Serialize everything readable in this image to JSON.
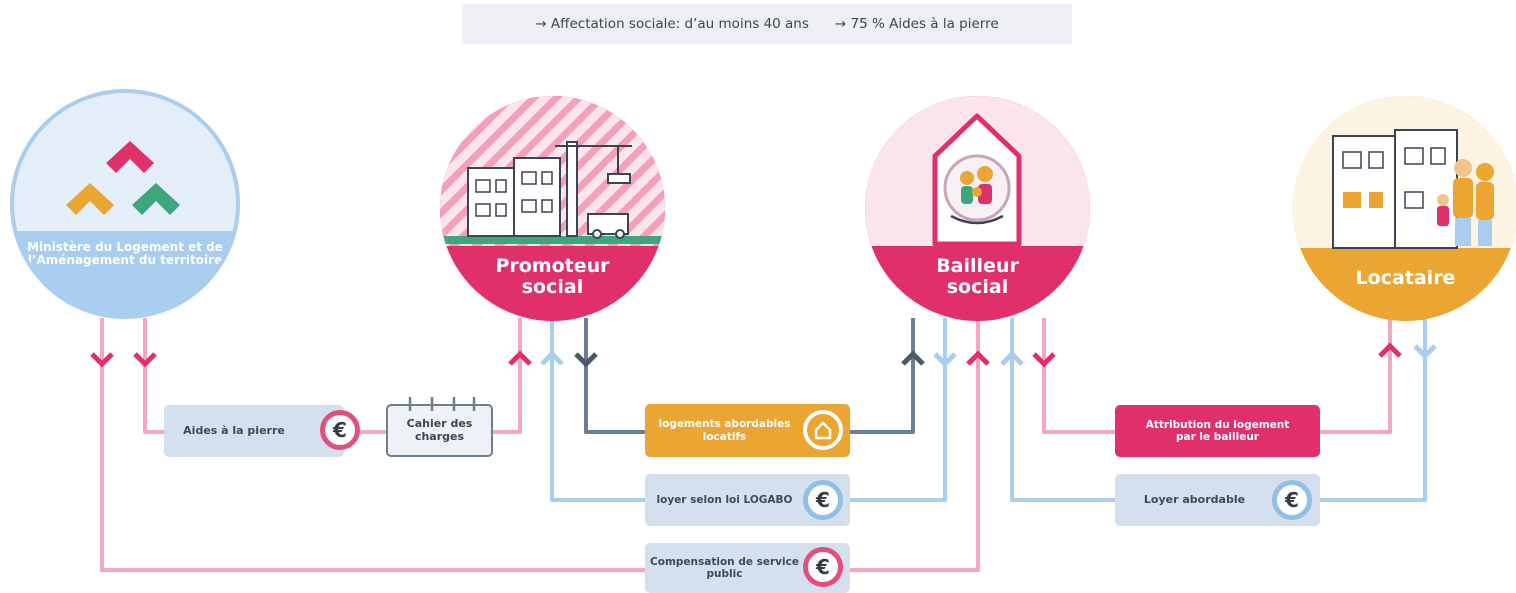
{
  "banner": {
    "item1": "→ Affectation sociale: d’au moins 40 ans",
    "item2": "→ 75 % Aides à la pierre"
  },
  "actors": {
    "ministere": "Ministère du Logement et de l’Aménagement du territoire",
    "promoteur": "Promoteur social",
    "bailleur": "Bailleur social",
    "locataire": "Locataire"
  },
  "flows": {
    "aides": "Aides à la pierre",
    "cahier": "Cahier des charges",
    "logements": "logements abordables locatifs",
    "loyer_logabo": "loyer selon loi LOGABO",
    "compensation": "Compensation de service public",
    "attribution": "Attribution du logement par le bailleur",
    "loyer_abordable": "Loyer abordable"
  },
  "symbols": {
    "euro": "€"
  },
  "colors": {
    "pink": "#e0306a",
    "light_pink": "#f4a8bf",
    "light_blue": "#a9cdee",
    "gray_blue": "#6a7f92",
    "orange": "#eaa533",
    "green": "#3ea67d"
  }
}
